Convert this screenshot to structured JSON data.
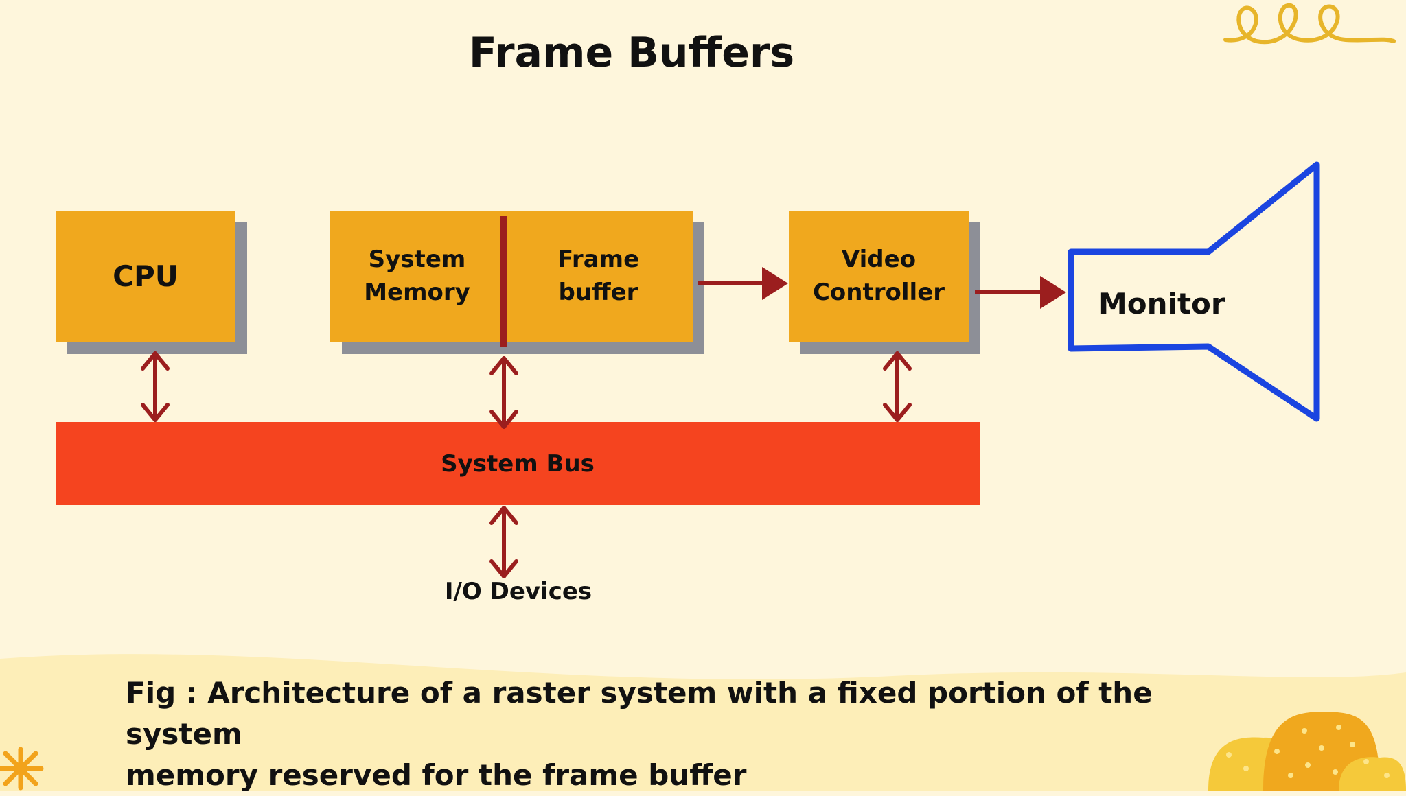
{
  "title": "Frame Buffers",
  "blocks": {
    "cpu": "CPU",
    "system_memory": "System\nMemory",
    "frame_buffer": "Frame\nbuffer",
    "video_controller": "Video\nController",
    "monitor": "Monitor"
  },
  "bus_label": "System Bus",
  "io_label": "I/O Devices",
  "caption": "Fig : Architecture of a raster system with a fixed portion of the system\nmemory reserved for the frame buffer",
  "colors": {
    "background": "#fef6dc",
    "block_fill": "#f0a81e",
    "block_shadow": "#8d8f97",
    "bus_fill": "#f5441f",
    "arrow": "#9b1e1e",
    "monitor_outline": "#1b45e0"
  }
}
